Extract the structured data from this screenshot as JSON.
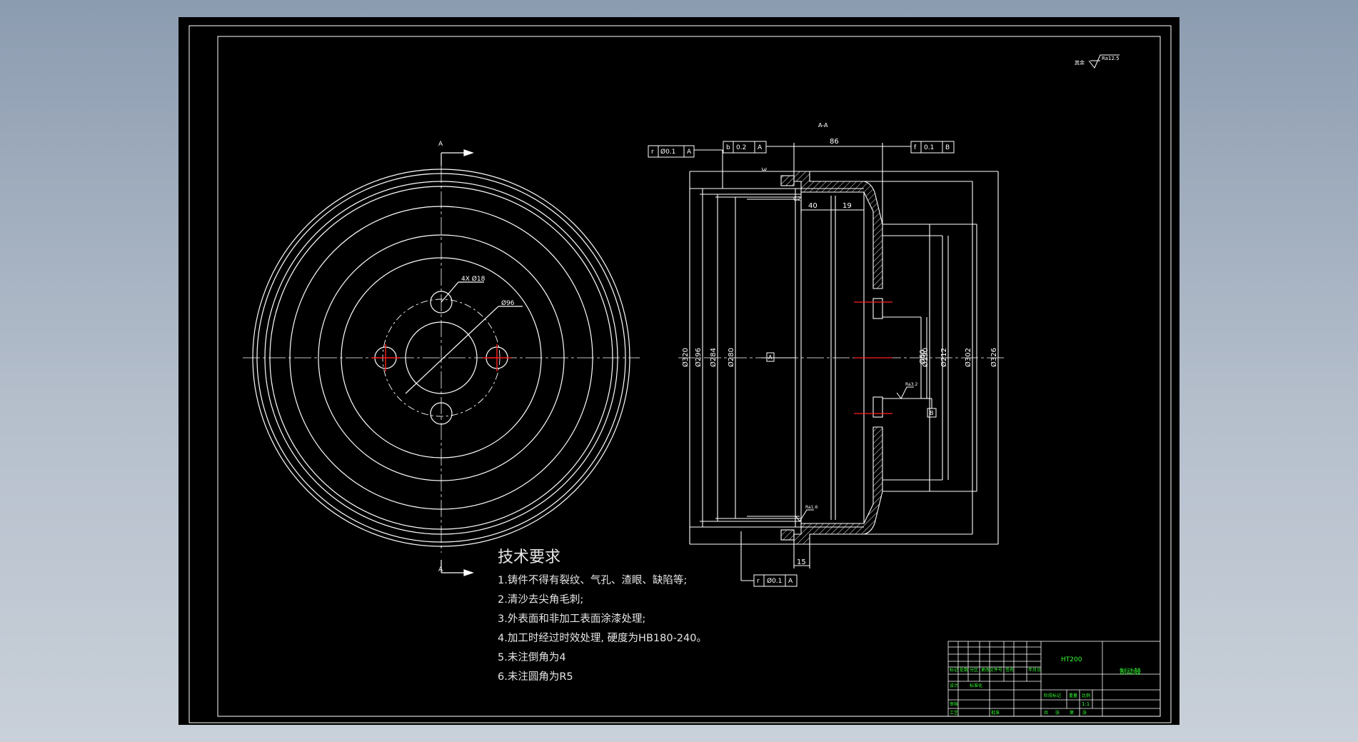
{
  "sheet": {
    "section_marks": [
      "A",
      "A"
    ],
    "section_label": "A-A",
    "roughness_note": "其余",
    "roughness_value": "Ra12.5",
    "roughness_small": "Ra3.2",
    "roughness_small2": "Ra1.6"
  },
  "front_view": {
    "hole_callout": "4X Ø18",
    "pcd_callout": "Ø96"
  },
  "section_view": {
    "dims": {
      "d320": "Ø320",
      "d296": "Ø296",
      "d284": "Ø284",
      "d280": "Ø280",
      "d60": "Ø60",
      "d190": "Ø190",
      "d212": "Ø212",
      "d302": "Ø302",
      "d326": "Ø326",
      "w86": "86",
      "w40": "40",
      "w19": "19",
      "w15": "15",
      "w3": "3",
      "chamfer": "C2"
    },
    "fcf": [
      {
        "sym": "r",
        "tol": "Ø0.1",
        "datum": "A"
      },
      {
        "sym": "b",
        "tol": "0.2",
        "datum": "A"
      },
      {
        "sym": "f",
        "tol": "0.1",
        "datum": "B"
      },
      {
        "sym": "r",
        "tol": "Ø0.1",
        "datum": "A"
      }
    ],
    "datum_a": "A",
    "datum_b": "B"
  },
  "tech_requirements": {
    "title": "技术要求",
    "items": [
      "1.铸件不得有裂纹、气孔、渣眼、缺陷等;",
      "2.清沙去尖角毛刺;",
      "3.外表面和非加工表面涂漆处理;",
      "4.加工时经过时效处理, 硬度为HB180-240。",
      "5.未注倒角为4",
      "6.未注圆角为R5"
    ]
  },
  "title_block": {
    "material": "HT200",
    "part_name": "制动鼓",
    "scale": "1:1",
    "small_labels": [
      "标记",
      "处数",
      "分区",
      "更改文件号",
      "签名",
      "年月日",
      "设计",
      "标准化",
      "阶段标记",
      "重量",
      "比例",
      "审核",
      "工艺",
      "批准",
      "共",
      "张",
      "第",
      "张"
    ]
  },
  "colors": {
    "background": "#000000",
    "line": "#ffffff",
    "center_line_red": "#ff2020",
    "title_green": "#32ff32"
  }
}
